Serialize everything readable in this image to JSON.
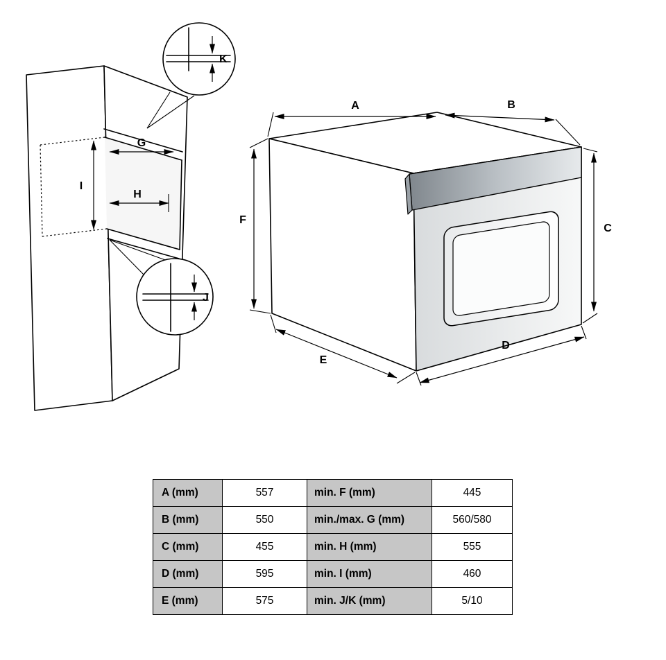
{
  "diagram": {
    "cabinet": {
      "labels": {
        "G": "G",
        "H": "H",
        "I": "I",
        "J": "J",
        "K": "K"
      }
    },
    "oven": {
      "labels": {
        "A": "A",
        "B": "B",
        "C": "C",
        "D": "D",
        "E": "E",
        "F": "F"
      }
    }
  },
  "table": {
    "rows": [
      {
        "dim_left": "A (mm)",
        "val_left": "557",
        "dim_right": "min. F (mm)",
        "val_right": "445"
      },
      {
        "dim_left": "B (mm)",
        "val_left": "550",
        "dim_right": "min./max. G (mm)",
        "val_right": "560/580"
      },
      {
        "dim_left": "C (mm)",
        "val_left": "455",
        "dim_right": "min. H (mm)",
        "val_right": "555"
      },
      {
        "dim_left": "D (mm)",
        "val_left": "595",
        "dim_right": "min. I (mm)",
        "val_right": "460"
      },
      {
        "dim_left": "E (mm)",
        "val_left": "575",
        "dim_right": "min. J/K (mm)",
        "val_right": "5/10"
      }
    ]
  },
  "colors": {
    "line": "#000000",
    "table_label_bg": "#c6c6c6"
  }
}
